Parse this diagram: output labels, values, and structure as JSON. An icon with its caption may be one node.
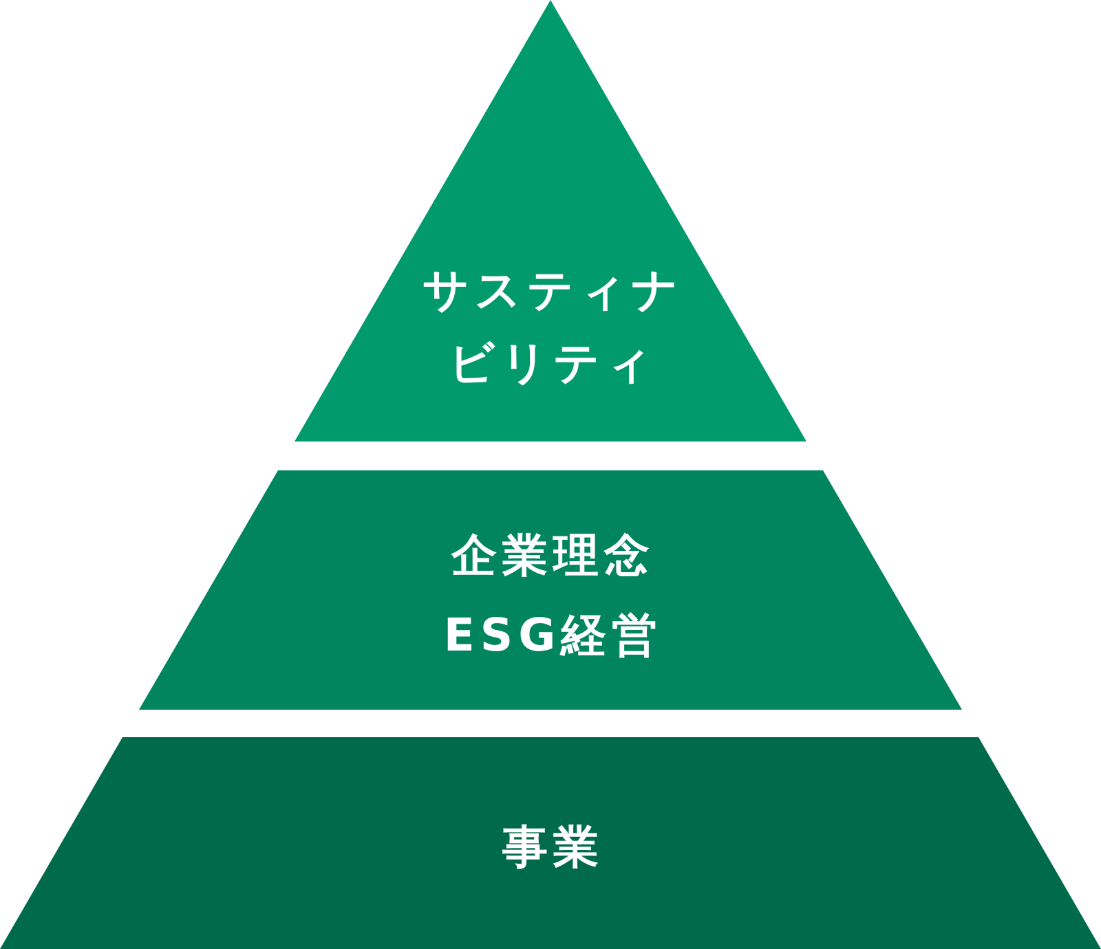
{
  "diagram": {
    "nodes": [
      {
        "text": [
          "サスティナビリティ"
        ]
      },
      {
        "text": [
          "企業理念",
          "ESG経営"
        ]
      },
      {
        "text": [
          "事業"
        ]
      }
    ]
  }
}
